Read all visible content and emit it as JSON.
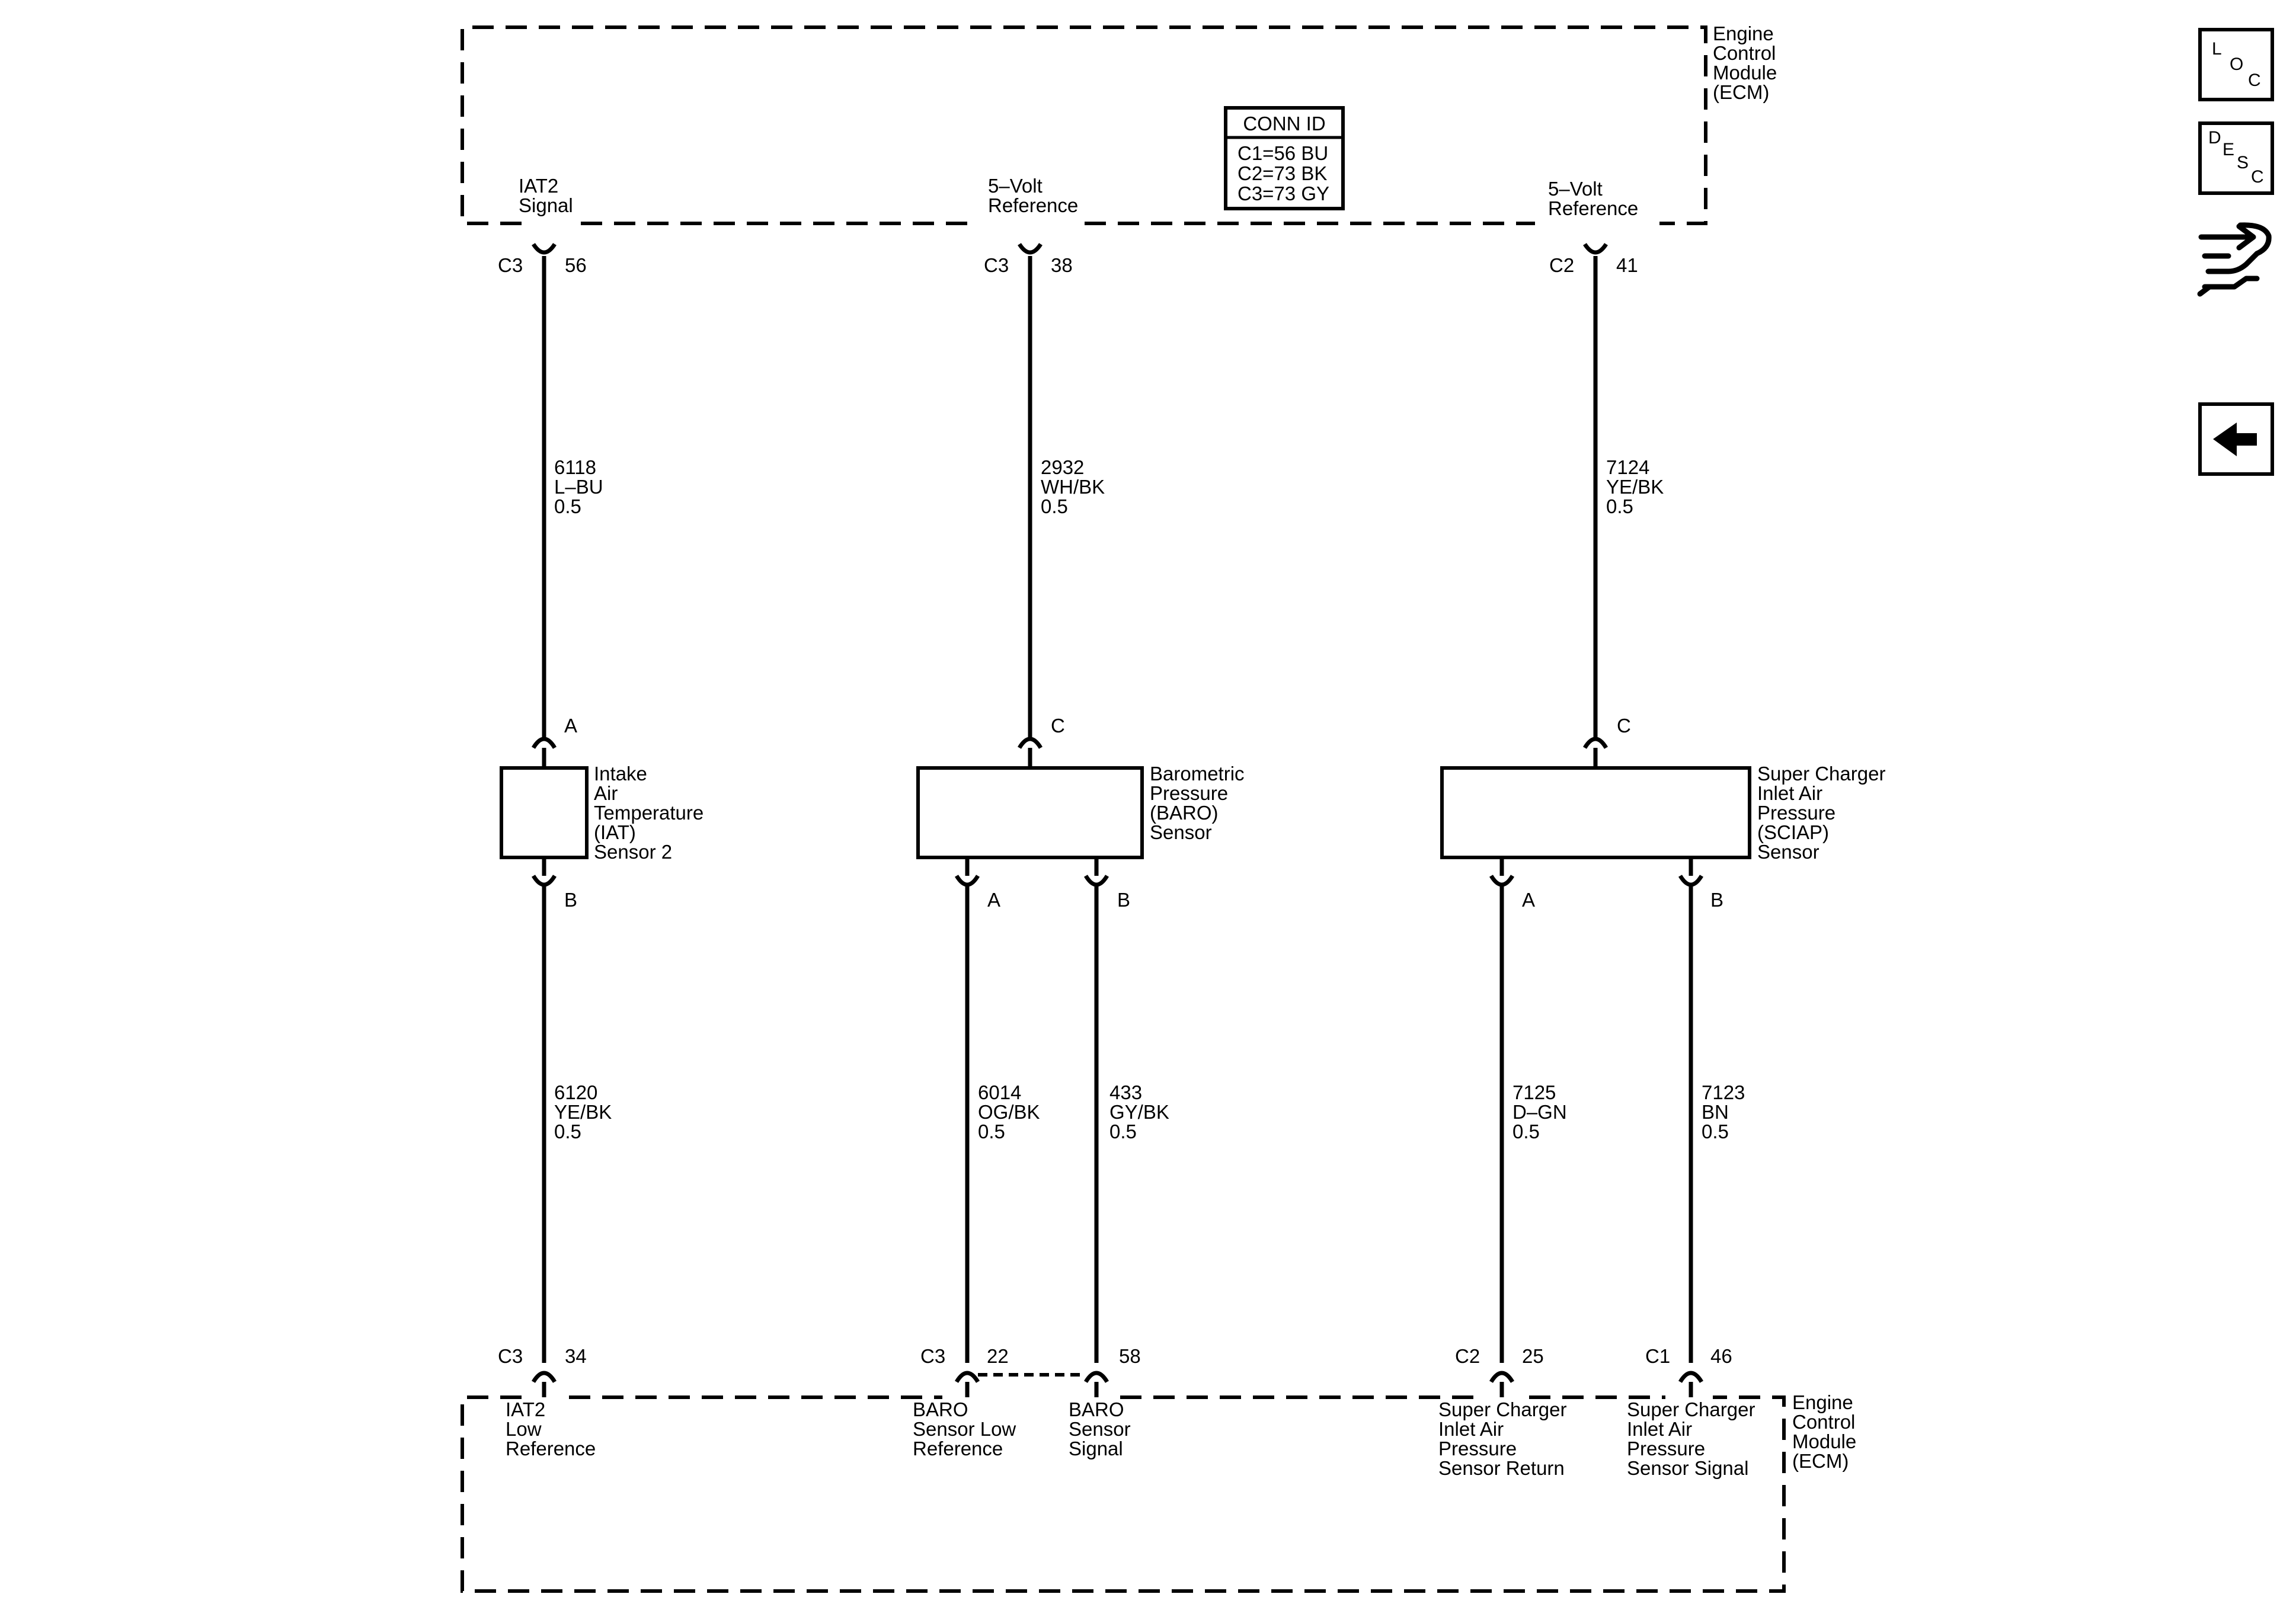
{
  "ecm_top": {
    "name": [
      "Engine",
      "Control",
      "Module",
      "(ECM)"
    ],
    "pins": [
      {
        "id": "iat2-signal",
        "label": [
          "IAT2",
          "Signal"
        ],
        "conn": "C3",
        "pin": "56"
      },
      {
        "id": "baro-5v-ref",
        "label": [
          "5–Volt",
          "Reference"
        ],
        "conn": "C3",
        "pin": "38"
      },
      {
        "id": "sciap-5v-ref",
        "label": [
          "5–Volt",
          "Reference"
        ],
        "conn": "C2",
        "pin": "41"
      }
    ]
  },
  "conn_id": {
    "title": "CONN ID",
    "lines": [
      "C1=56 BU",
      "C2=73 BK",
      "C3=73 GY"
    ]
  },
  "wires_top": [
    {
      "id": "6118",
      "circuit": "6118",
      "color": "L–BU",
      "gauge": "0.5"
    },
    {
      "id": "2932",
      "circuit": "2932",
      "color": "WH/BK",
      "gauge": "0.5"
    },
    {
      "id": "7124",
      "circuit": "7124",
      "color": "YE/BK",
      "gauge": "0.5"
    }
  ],
  "sensors": [
    {
      "id": "iat-sensor-2",
      "name": [
        "Intake",
        "Air",
        "Temperature",
        "(IAT)",
        "Sensor 2"
      ],
      "top_pin": "A",
      "bottom_pins": [
        "B"
      ]
    },
    {
      "id": "baro-sensor",
      "name": [
        "Barometric",
        "Pressure",
        "(BARO)",
        "Sensor"
      ],
      "top_pin": "C",
      "bottom_pins": [
        "A",
        "B"
      ]
    },
    {
      "id": "sciap-sensor",
      "name": [
        "Super Charger",
        "Inlet Air",
        "Pressure",
        "(SCIAP)",
        "Sensor"
      ],
      "top_pin": "C",
      "bottom_pins": [
        "A",
        "B"
      ]
    }
  ],
  "wires_bottom": [
    {
      "id": "6120",
      "circuit": "6120",
      "color": "YE/BK",
      "gauge": "0.5"
    },
    {
      "id": "6014",
      "circuit": "6014",
      "color": "OG/BK",
      "gauge": "0.5"
    },
    {
      "id": "433",
      "circuit": "433",
      "color": "GY/BK",
      "gauge": "0.5"
    },
    {
      "id": "7125",
      "circuit": "7125",
      "color": "D–GN",
      "gauge": "0.5"
    },
    {
      "id": "7123",
      "circuit": "7123",
      "color": "BN",
      "gauge": "0.5"
    }
  ],
  "ecm_bottom": {
    "name": [
      "Engine",
      "Control",
      "Module",
      "(ECM)"
    ],
    "pins": [
      {
        "id": "iat2-low-ref",
        "label": [
          "IAT2",
          "Low",
          "Reference"
        ],
        "conn": "C3",
        "pin": "34"
      },
      {
        "id": "baro-low-ref",
        "label": [
          "BARO",
          "Sensor Low",
          "Reference"
        ],
        "conn": "C3",
        "pin": "22"
      },
      {
        "id": "baro-signal",
        "label": [
          "BARO",
          "Sensor",
          "Signal"
        ],
        "conn": "",
        "pin": "58"
      },
      {
        "id": "sciap-return",
        "label": [
          "Super Charger",
          "Inlet Air",
          "Pressure",
          "Sensor Return"
        ],
        "conn": "C2",
        "pin": "25"
      },
      {
        "id": "sciap-signal",
        "label": [
          "Super Charger",
          "Inlet Air",
          "Pressure",
          "Sensor Signal"
        ],
        "conn": "C1",
        "pin": "46"
      }
    ]
  },
  "side_buttons": [
    {
      "id": "loc",
      "icon": "loc-icon",
      "letters": [
        "L",
        "O",
        "C"
      ]
    },
    {
      "id": "desc",
      "icon": "desc-icon",
      "letters": [
        "D",
        "E",
        "S",
        "C"
      ]
    },
    {
      "id": "connector",
      "icon": "connector-icon"
    },
    {
      "id": "back",
      "icon": "back-arrow-icon"
    }
  ]
}
